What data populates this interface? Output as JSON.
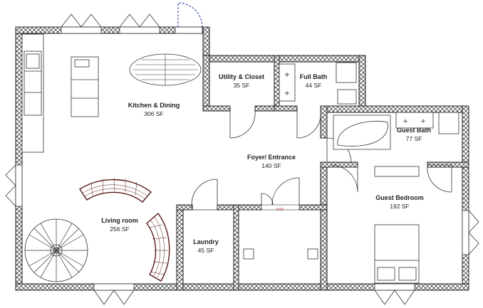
{
  "rooms": {
    "kitchen": {
      "label": "Kitchen & Dining",
      "area": "306 SF"
    },
    "utility": {
      "label": "Utility & Closet",
      "area": "35 SF"
    },
    "fullbath": {
      "label": "Full Bath",
      "area": "44 SF"
    },
    "foyer": {
      "label": "Foyer/ Entrance",
      "area": "140 SF"
    },
    "guestbath": {
      "label": "Guest Bath",
      "area": "77 SF"
    },
    "guestbed": {
      "label": "Guest Bedroom",
      "area": "192 SF"
    },
    "living": {
      "label": "Living room",
      "area": "256 SF"
    },
    "laundry": {
      "label": "Laundry",
      "area": "45 SF"
    }
  },
  "door_tag": "0:00",
  "colors": {
    "wall": "#222222",
    "sofa": "#5a1a1a",
    "door_swing_open": "#2233aa"
  }
}
